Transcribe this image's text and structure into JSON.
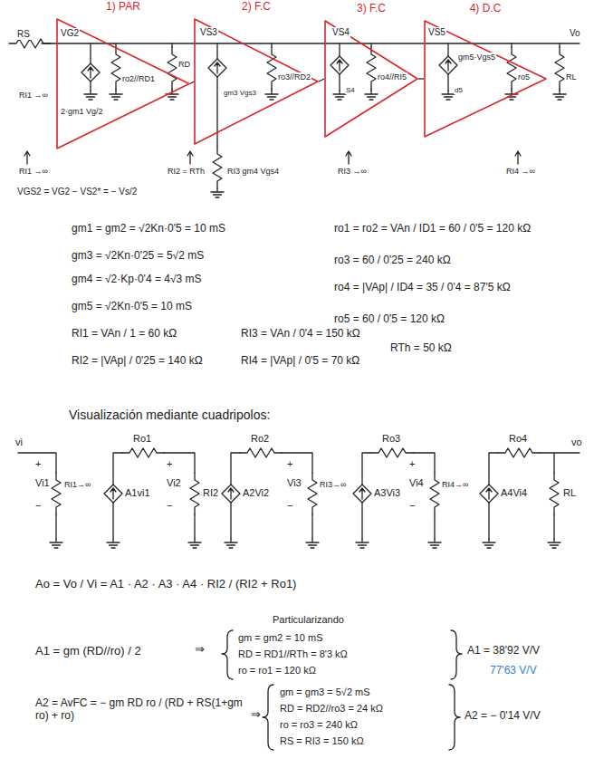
{
  "diagram": {
    "nodes": [
      {
        "text": [
          "1) PAR"
        ]
      },
      {
        "text": [
          "2) F.C"
        ]
      },
      {
        "text": [
          "3) F.C"
        ]
      },
      {
        "text": [
          "4) D.C"
        ]
      }
    ],
    "edges": [
      {
        "from": 0,
        "to": 1,
        "arrow": "none"
      },
      {
        "from": 1,
        "to": 2,
        "arrow": "none"
      },
      {
        "from": 2,
        "to": 3,
        "arrow": "none"
      }
    ],
    "labels": [
      "RS",
      "VG2",
      "RI1 →∞",
      "2·gm1 Vg/2",
      "ro2//RD1",
      "RD",
      "VS3",
      "gm3 Vgs3",
      "ro3//RD2",
      "RI3 gm4 Vgs4",
      "VS4",
      "ro4//RI5",
      "S4",
      "VS5",
      "gm5·Vgs5",
      "ro5",
      "RL",
      "d5",
      "Vo",
      "RI1 →∞",
      "RI2 = RTh",
      "RI3 →∞",
      "RI4 →∞",
      "VGS2 = VG2 − VS2* = − Vs/2",
      "gm1 = gm2 = √2Kn·0'5 = 10 mS",
      "ro1 = ro2 = VAn / ID1 = 60 / 0'5 = 120 kΩ",
      "gm3 = √2Kn·0'25 = 5√2 mS",
      "ro3 = 60 / 0'25 = 240 kΩ",
      "gm4 = √2·Kp·0'4 = 4√3 mS",
      "ro4 = |VAp| / ID4 = 35 / 0'4 = 87'5 kΩ",
      "gm5 = √2Kn·0'5 = 10 mS",
      "ro5 = 60 / 0'5 = 120 kΩ",
      "RI1 = VAn / 1 = 60 kΩ",
      "RI3 = VAn / 0'4 = 150 kΩ",
      "RTh = 50 kΩ",
      "RI2 = |VAp| / 0'25 = 140 kΩ",
      "RI4 = |VAp| / 0'5 = 70 kΩ",
      "Visualización mediante cuadripolos:",
      "vi",
      "Ro1",
      "Ro2",
      "Ro3",
      "Ro4",
      "vo",
      "+",
      "Vi1",
      "−",
      "RI1→∞",
      "A1vi1",
      "+",
      "Vi2",
      "−",
      "RI2",
      "A2Vi2",
      "+",
      "Vi3",
      "−",
      "RI3→∞",
      "A3Vi3",
      "+",
      "Vi4",
      "−",
      "RI4→∞",
      "A4Vi4",
      "RL",
      "Ao = Vo / Vi = A1 · A2 · A3 · A4 · RI2 / (RI2 + Ro1)",
      "Particularizando",
      "A1 = gm (RD//ro) / 2",
      "gm = gm2 = 10 mS",
      "RD = RD1//RTh = 8'3 kΩ",
      "ro = ro1 = 120 kΩ",
      "A1 = 38'92 V/V",
      "77'63 V/V",
      "A2 = AvFC = − gm RD ro / (RD + RS(1+gm ro) + ro)",
      "gm = gm3 = 5√2 mS",
      "RD = RD2//ro3 = 24 kΩ",
      "ro = ro3 = 240 kΩ",
      "RS = RI3 = 150 kΩ",
      "A2 = − 0'14 V/V",
      "⇒",
      "⇒"
    ]
  }
}
